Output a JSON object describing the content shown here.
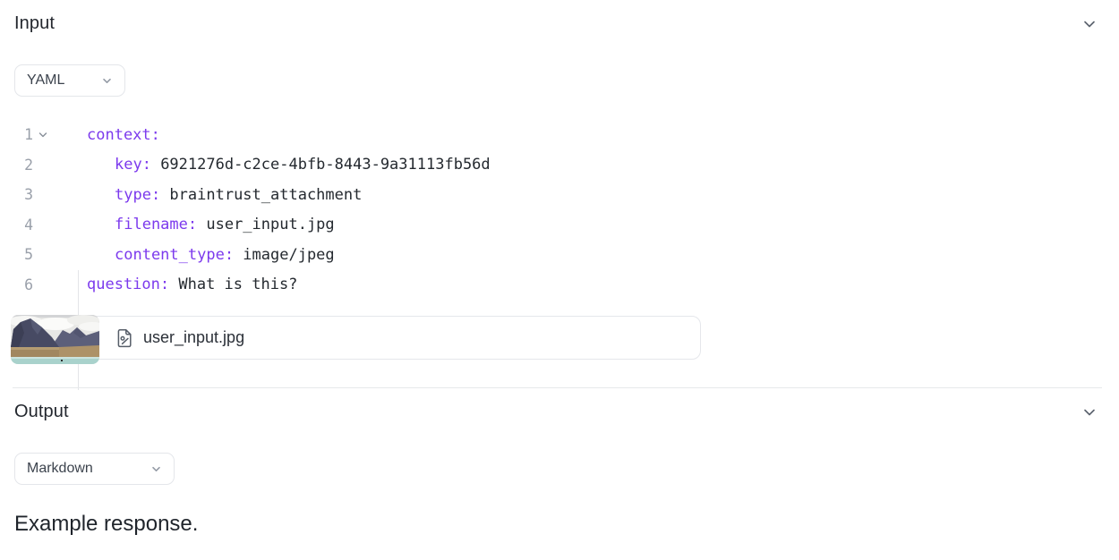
{
  "input_section": {
    "title": "Input",
    "format_dropdown": {
      "value": "YAML"
    },
    "code_editor": {
      "language": "YAML",
      "lines": [
        {
          "number": "1",
          "key": "context:",
          "value": ""
        },
        {
          "number": "2",
          "key": "key:",
          "value": " 6921276d-c2ce-4bfb-8443-9a31113fb56d"
        },
        {
          "number": "3",
          "key": "type:",
          "value": " braintrust_attachment"
        },
        {
          "number": "4",
          "key": "filename:",
          "value": " user_input.jpg"
        },
        {
          "number": "5",
          "key": "content_type:",
          "value": " image/jpeg"
        },
        {
          "number": "6",
          "key": "question:",
          "value": " What is this?"
        }
      ]
    },
    "attachment": {
      "filename": "user_input.jpg",
      "icon": "file-image-icon",
      "thumbnail": "mountain-landscape-photo"
    }
  },
  "output_section": {
    "title": "Output",
    "format_dropdown": {
      "value": "Markdown"
    },
    "response": "Example response."
  },
  "colors": {
    "yaml_key_purple": "#7c3aed",
    "code_text": "#24292f",
    "line_number_gray": "#9aa0aa",
    "border_gray": "#e5e7eb",
    "heading_text": "#23272e",
    "icon_gray": "#5d646f"
  }
}
